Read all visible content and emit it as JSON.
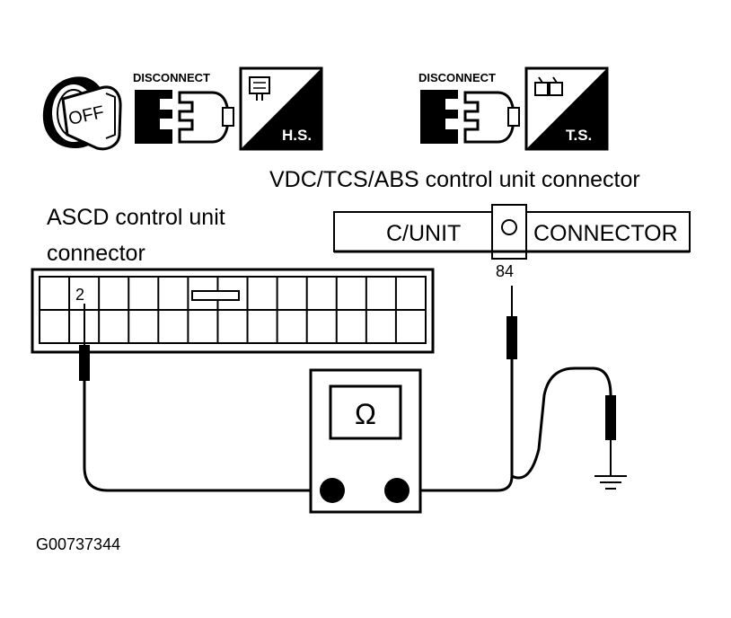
{
  "icons": {
    "ignition": {
      "label": "OFF"
    },
    "disconnect_hs": {
      "caption": "DISCONNECT",
      "tag": "H.S."
    },
    "disconnect_ts": {
      "caption": "DISCONNECT",
      "tag": "T.S."
    }
  },
  "vdc_connector": {
    "title": "VDC/TCS/ABS control unit connector",
    "left_label": "C/UNIT",
    "right_label": "CONNECTOR",
    "pin": "84"
  },
  "ascd_connector": {
    "title_line1": "ASCD control unit",
    "title_line2": "connector",
    "pin": "2"
  },
  "meter": {
    "symbol": "Ω"
  },
  "figure_id": "G00737344",
  "colors": {
    "ink": "#000000",
    "paper": "#ffffff"
  }
}
